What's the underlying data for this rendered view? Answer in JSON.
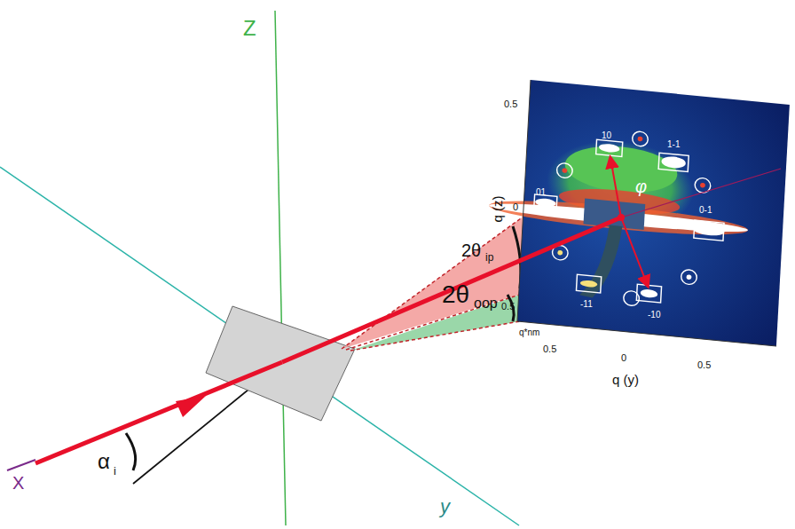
{
  "diagram": {
    "labels": [
      "Z",
      "X",
      "y",
      "α",
      "i",
      "2θ",
      "oop",
      "2θ",
      "ip",
      "φ",
      "q (z)",
      "q (y)",
      "0.5",
      "0",
      "0.5",
      "0.5",
      "0",
      "0.5",
      "q*nm",
      "10",
      "1-1",
      "01",
      "0-1",
      "-11",
      "-10"
    ]
  }
}
